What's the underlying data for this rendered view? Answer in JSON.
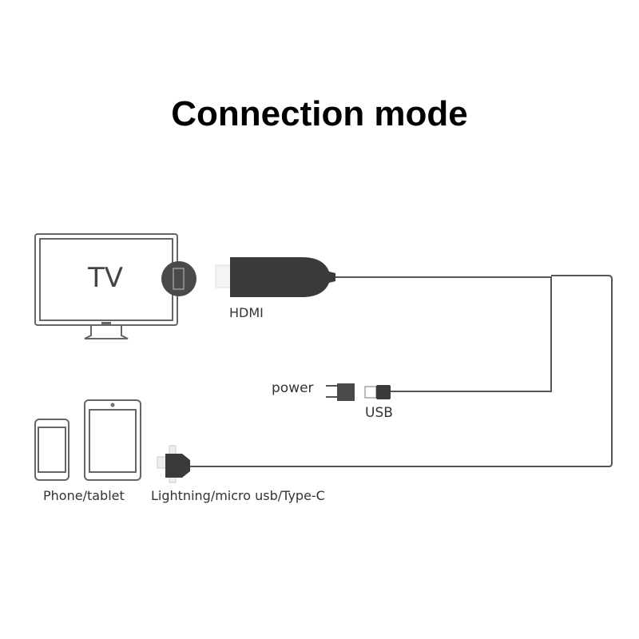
{
  "title": "Connection mode",
  "labels": {
    "tv": "TV",
    "hdmi": "HDMI",
    "power": "power",
    "usb": "USB",
    "phone_tablet": "Phone/tablet",
    "connector": "Lightning/micro usb/Type-C"
  },
  "colors": {
    "device_dark": "#3a3a3a",
    "line": "#555555",
    "outline": "#666666"
  }
}
